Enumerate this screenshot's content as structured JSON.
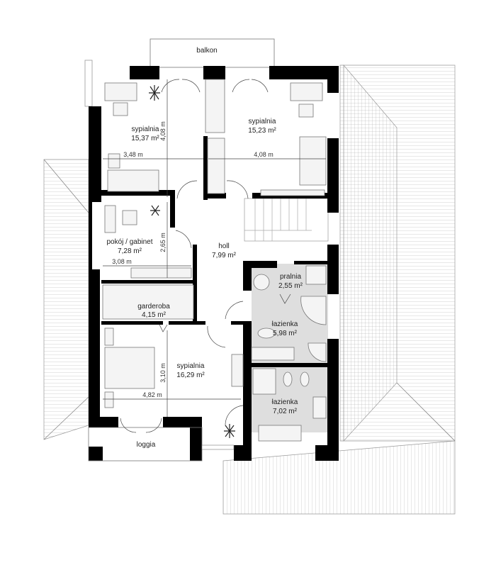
{
  "plan": {
    "rooms": [
      {
        "id": "balkon",
        "name": "balkon",
        "area": ""
      },
      {
        "id": "bedroom-nw",
        "name": "sypialnia",
        "area": "15,37 m²"
      },
      {
        "id": "bedroom-ne",
        "name": "sypialnia",
        "area": "15,23 m²"
      },
      {
        "id": "office",
        "name": "pokój / gabinet",
        "area": "7,28 m²"
      },
      {
        "id": "hall",
        "name": "holl",
        "area": "7,99 m²"
      },
      {
        "id": "laundry",
        "name": "pralnia",
        "area": "2,55 m²"
      },
      {
        "id": "wardrobe",
        "name": "garderoba",
        "area": "4,15 m²"
      },
      {
        "id": "bathroom-1",
        "name": "łazienka",
        "area": "5,98 m²"
      },
      {
        "id": "bedroom-sw",
        "name": "sypialnia",
        "area": "16,29 m²"
      },
      {
        "id": "bathroom-2",
        "name": "łazienka",
        "area": "7,02 m²"
      },
      {
        "id": "loggia",
        "name": "loggia",
        "area": ""
      }
    ],
    "dimensions": {
      "bedroom_nw_width": "3,48 m",
      "bedroom_nw_depth": "4,08 m",
      "bedroom_ne_width": "4,08 m",
      "office_width": "3,08 m",
      "office_depth": "2,65 m",
      "bedroom_sw_width": "4,82 m",
      "bedroom_sw_depth": "3,10 m"
    }
  }
}
